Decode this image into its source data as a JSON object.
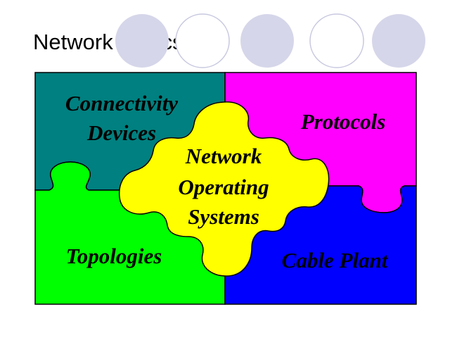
{
  "slide": {
    "title": "Network Basics"
  },
  "puzzle": {
    "pieces": [
      {
        "id": "connectivity",
        "lines": [
          "Connectivity",
          "Devices"
        ],
        "color": "#008080"
      },
      {
        "id": "protocols",
        "lines": [
          "Protocols"
        ],
        "color": "#ff00ff"
      },
      {
        "id": "topologies",
        "lines": [
          "Topologies"
        ],
        "color": "#00ff00"
      },
      {
        "id": "cable",
        "lines": [
          "Cable Plant"
        ],
        "color": "#0000ff"
      },
      {
        "id": "nos",
        "lines": [
          "Network",
          "Operating",
          "Systems"
        ],
        "color": "#ffff00"
      }
    ]
  },
  "decor": {
    "circle_fill": "#d6d6ea",
    "circle_stroke": "#c8c8e0"
  }
}
